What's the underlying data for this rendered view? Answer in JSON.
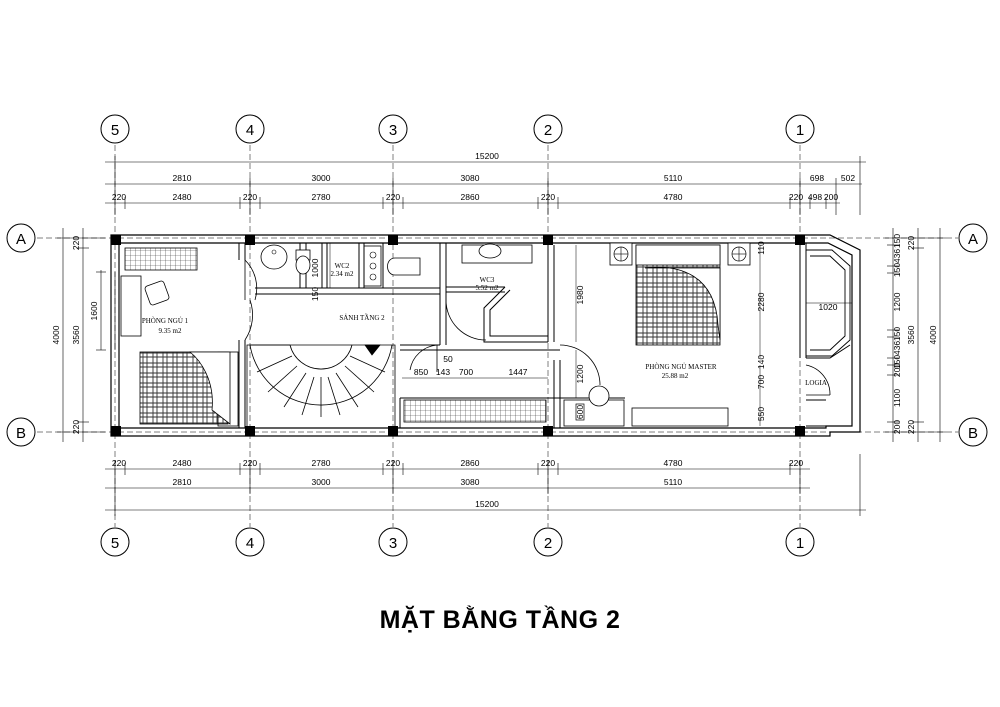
{
  "title": "MẶT BẰNG TẦNG 2",
  "axes": {
    "columns": [
      "5",
      "4",
      "3",
      "2",
      "1"
    ],
    "rows": [
      "A",
      "B"
    ]
  },
  "dims_top": {
    "overall": "15200",
    "bays": [
      "2810",
      "3000",
      "3080",
      "5110",
      "698",
      "502"
    ],
    "inner": [
      "220",
      "2480",
      "220",
      "2780",
      "220",
      "2860",
      "220",
      "4780",
      "220",
      "498",
      "200"
    ]
  },
  "dims_bottom": {
    "inner": [
      "220",
      "2480",
      "220",
      "2780",
      "220",
      "2860",
      "220",
      "4780",
      "220"
    ],
    "bays": [
      "2810",
      "3000",
      "3080",
      "5110"
    ],
    "overall": "15200"
  },
  "dims_left": {
    "outer": "4000",
    "inner": "3560",
    "wall_top": "220",
    "wall_bottom": "220",
    "window": "1600"
  },
  "dims_right": {
    "outer": "4000",
    "inner": "3560",
    "wall_top": "220",
    "wall_bottom": "220",
    "segments": [
      "150",
      "436",
      "150",
      "1200",
      "150",
      "436",
      "150",
      "200",
      "1100",
      "200"
    ]
  },
  "dims_interior": {
    "wc2_h": "1000",
    "hall_150": "150",
    "wc3_h": "1980",
    "d1200": "1200",
    "d600": "600",
    "d2280": "2280",
    "d140": "140",
    "d700": "700",
    "d550": "550",
    "loggia_w": "1020",
    "d50": "50",
    "d850": "850",
    "d143": "143",
    "d700b": "700",
    "d1447": "1447"
  },
  "rooms": {
    "bedroom1": {
      "name": "PHÒNG NGỦ 1",
      "area": "9.35 m2"
    },
    "hall": {
      "name": "SẢNH TẦNG 2"
    },
    "wc2": {
      "name": "WC2",
      "area": "2.34 m2"
    },
    "wc3": {
      "name": "WC3",
      "area": "5.52 m2"
    },
    "master": {
      "name": "PHÒNG NGỦ MASTER",
      "area": "25.88 m2"
    },
    "loggia": {
      "name": "LOGIA"
    }
  }
}
